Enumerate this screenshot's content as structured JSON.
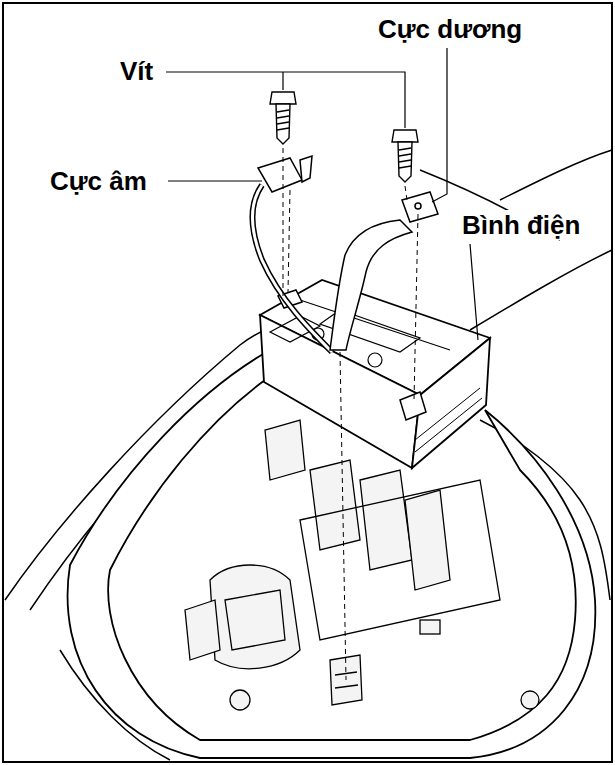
{
  "diagram": {
    "labels": [
      "Cực dương",
      "Vít",
      "Cực âm",
      "Bình điện"
    ]
  }
}
